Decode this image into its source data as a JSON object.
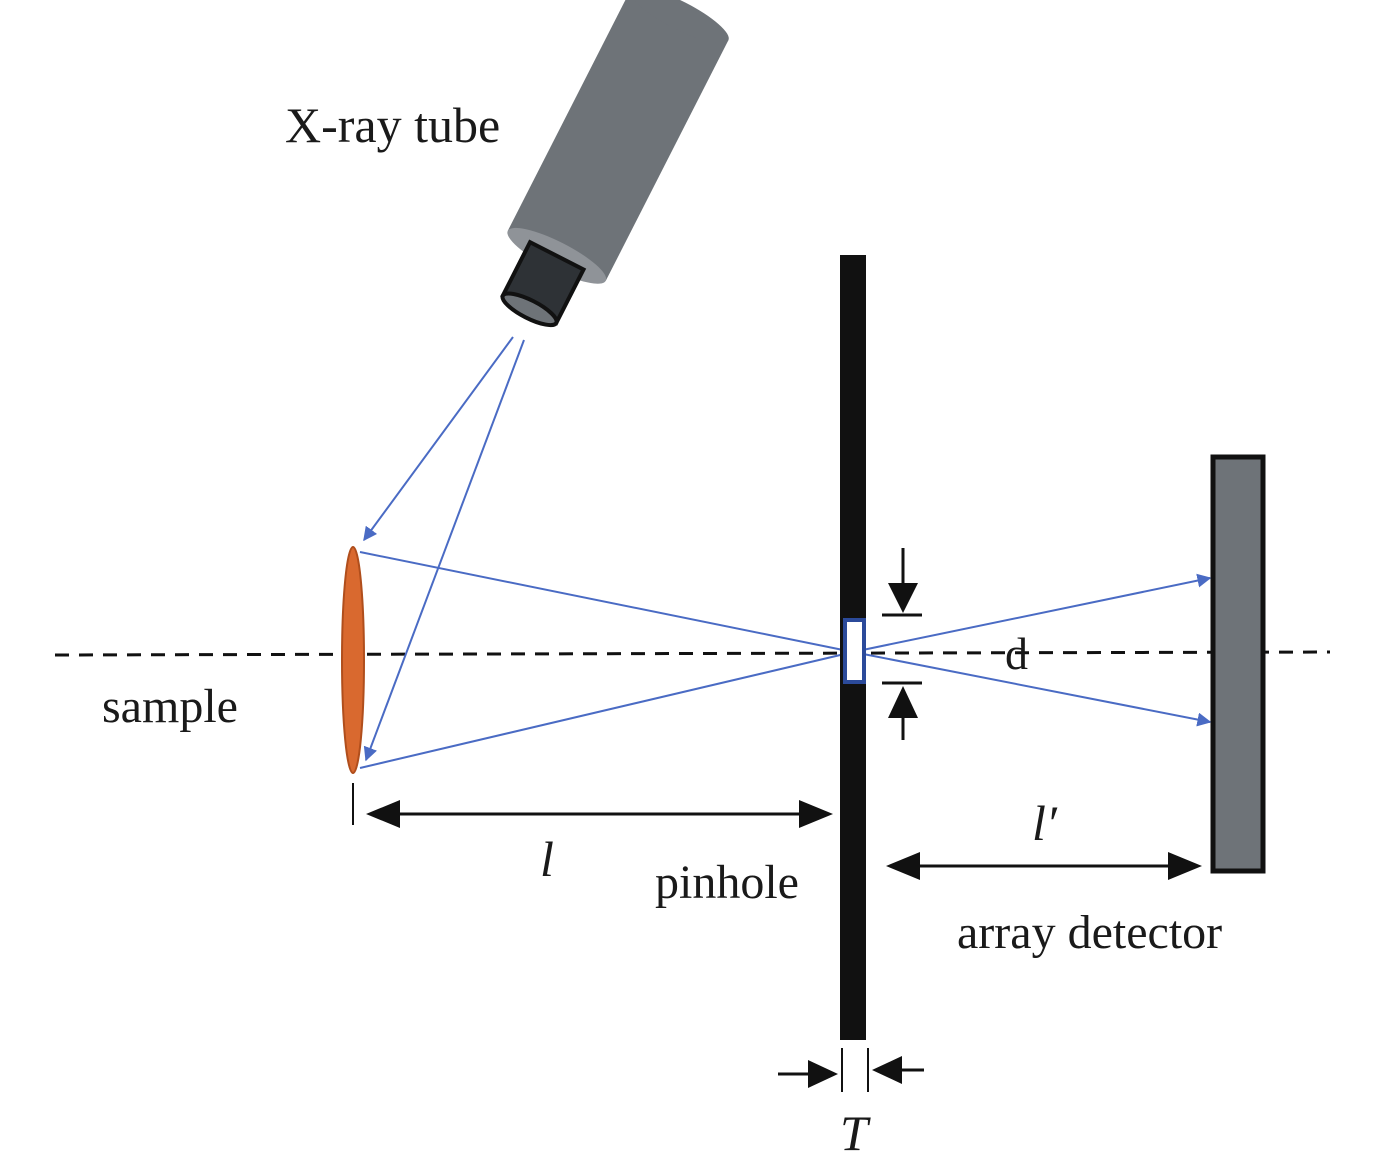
{
  "labels": {
    "xray_tube": "X-ray tube",
    "sample": "sample",
    "pinhole": "pinhole",
    "array_detector": "array detector",
    "d": "d",
    "l": "l",
    "l_prime": "l′",
    "T": "T"
  },
  "colors": {
    "ray": "#4a6bc4",
    "sample": "#d9692f",
    "tube": "#6e7378",
    "detector": "#6e7378",
    "screen": "#111111",
    "pinhole_border": "#2b4a9a"
  }
}
